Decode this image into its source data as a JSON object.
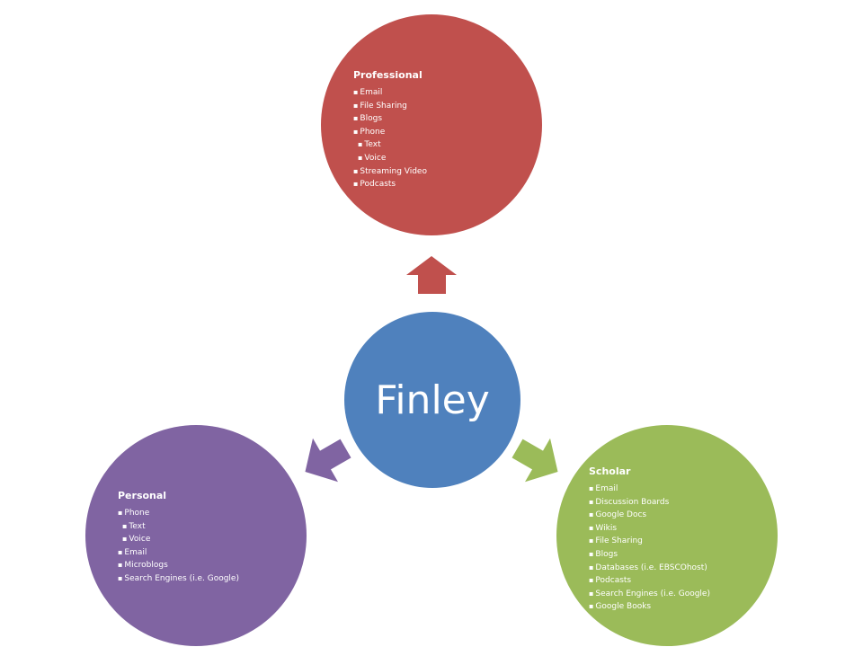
{
  "colors": {
    "center": "#4f81bd",
    "professional": "#c0504d",
    "personal": "#8064a2",
    "scholar": "#9bbb59"
  },
  "center": {
    "label": "Finley"
  },
  "professional": {
    "title": "Professional",
    "items": [
      {
        "text": "Email",
        "level": 1
      },
      {
        "text": "File Sharing",
        "level": 1
      },
      {
        "text": "Blogs",
        "level": 1
      },
      {
        "text": "Phone",
        "level": 1
      },
      {
        "text": "Text",
        "level": 2
      },
      {
        "text": "Voice",
        "level": 2
      },
      {
        "text": "Streaming Video",
        "level": 1
      },
      {
        "text": "Podcasts",
        "level": 1
      }
    ]
  },
  "personal": {
    "title": "Personal",
    "items": [
      {
        "text": "Phone",
        "level": 1
      },
      {
        "text": "Text",
        "level": 2
      },
      {
        "text": "Voice",
        "level": 2
      },
      {
        "text": "Email",
        "level": 1
      },
      {
        "text": "Microblogs",
        "level": 1
      },
      {
        "text": "Search Engines (i.e. Google)",
        "level": 1
      }
    ]
  },
  "scholar": {
    "title": "Scholar",
    "items": [
      {
        "text": "Email",
        "level": 1
      },
      {
        "text": "Discussion Boards",
        "level": 1
      },
      {
        "text": "Google Docs",
        "level": 1
      },
      {
        "text": "Wikis",
        "level": 1
      },
      {
        "text": "File Sharing",
        "level": 1
      },
      {
        "text": "Blogs",
        "level": 1
      },
      {
        "text": "Databases (i.e. EBSCOhost)",
        "level": 1
      },
      {
        "text": "Podcasts",
        "level": 1
      },
      {
        "text": "Search Engines (i.e. Google)",
        "level": 1
      },
      {
        "text": "Google Books",
        "level": 1
      }
    ]
  }
}
